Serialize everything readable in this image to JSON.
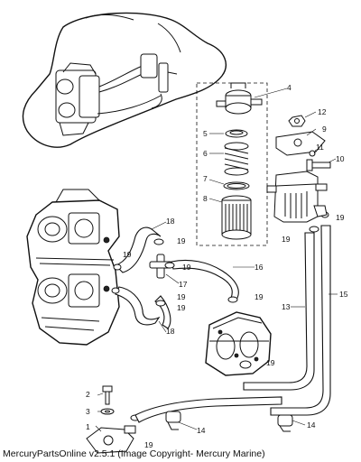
{
  "callouts": [
    {
      "id": "c1",
      "text": "1"
    },
    {
      "id": "c2",
      "text": "2"
    },
    {
      "id": "c3",
      "text": "3"
    },
    {
      "id": "c4",
      "text": "4"
    },
    {
      "id": "c5",
      "text": "5"
    },
    {
      "id": "c6",
      "text": "6"
    },
    {
      "id": "c7",
      "text": "7"
    },
    {
      "id": "c8",
      "text": "8"
    },
    {
      "id": "c9",
      "text": "9"
    },
    {
      "id": "c10",
      "text": "10"
    },
    {
      "id": "c11",
      "text": "11"
    },
    {
      "id": "c12",
      "text": "12"
    },
    {
      "id": "c13",
      "text": "13"
    },
    {
      "id": "c14a",
      "text": "14"
    },
    {
      "id": "c14b",
      "text": "14"
    },
    {
      "id": "c15",
      "text": "15"
    },
    {
      "id": "c16",
      "text": "16"
    },
    {
      "id": "c17",
      "text": "17"
    },
    {
      "id": "c18a",
      "text": "18"
    },
    {
      "id": "c18b",
      "text": "18"
    },
    {
      "id": "c19a",
      "text": "19"
    },
    {
      "id": "c19b",
      "text": "19"
    },
    {
      "id": "c19c",
      "text": "19"
    },
    {
      "id": "c19d",
      "text": "19"
    },
    {
      "id": "c19e",
      "text": "19"
    },
    {
      "id": "c19f",
      "text": "19"
    },
    {
      "id": "c19g",
      "text": "19"
    },
    {
      "id": "c19h",
      "text": "19"
    },
    {
      "id": "c19i",
      "text": "19"
    },
    {
      "id": "c19j",
      "text": "19"
    }
  ],
  "footer": {
    "copyright": "MercuryPartsOnline v2.5.1 (Image Copyright- Mercury Marine)"
  }
}
